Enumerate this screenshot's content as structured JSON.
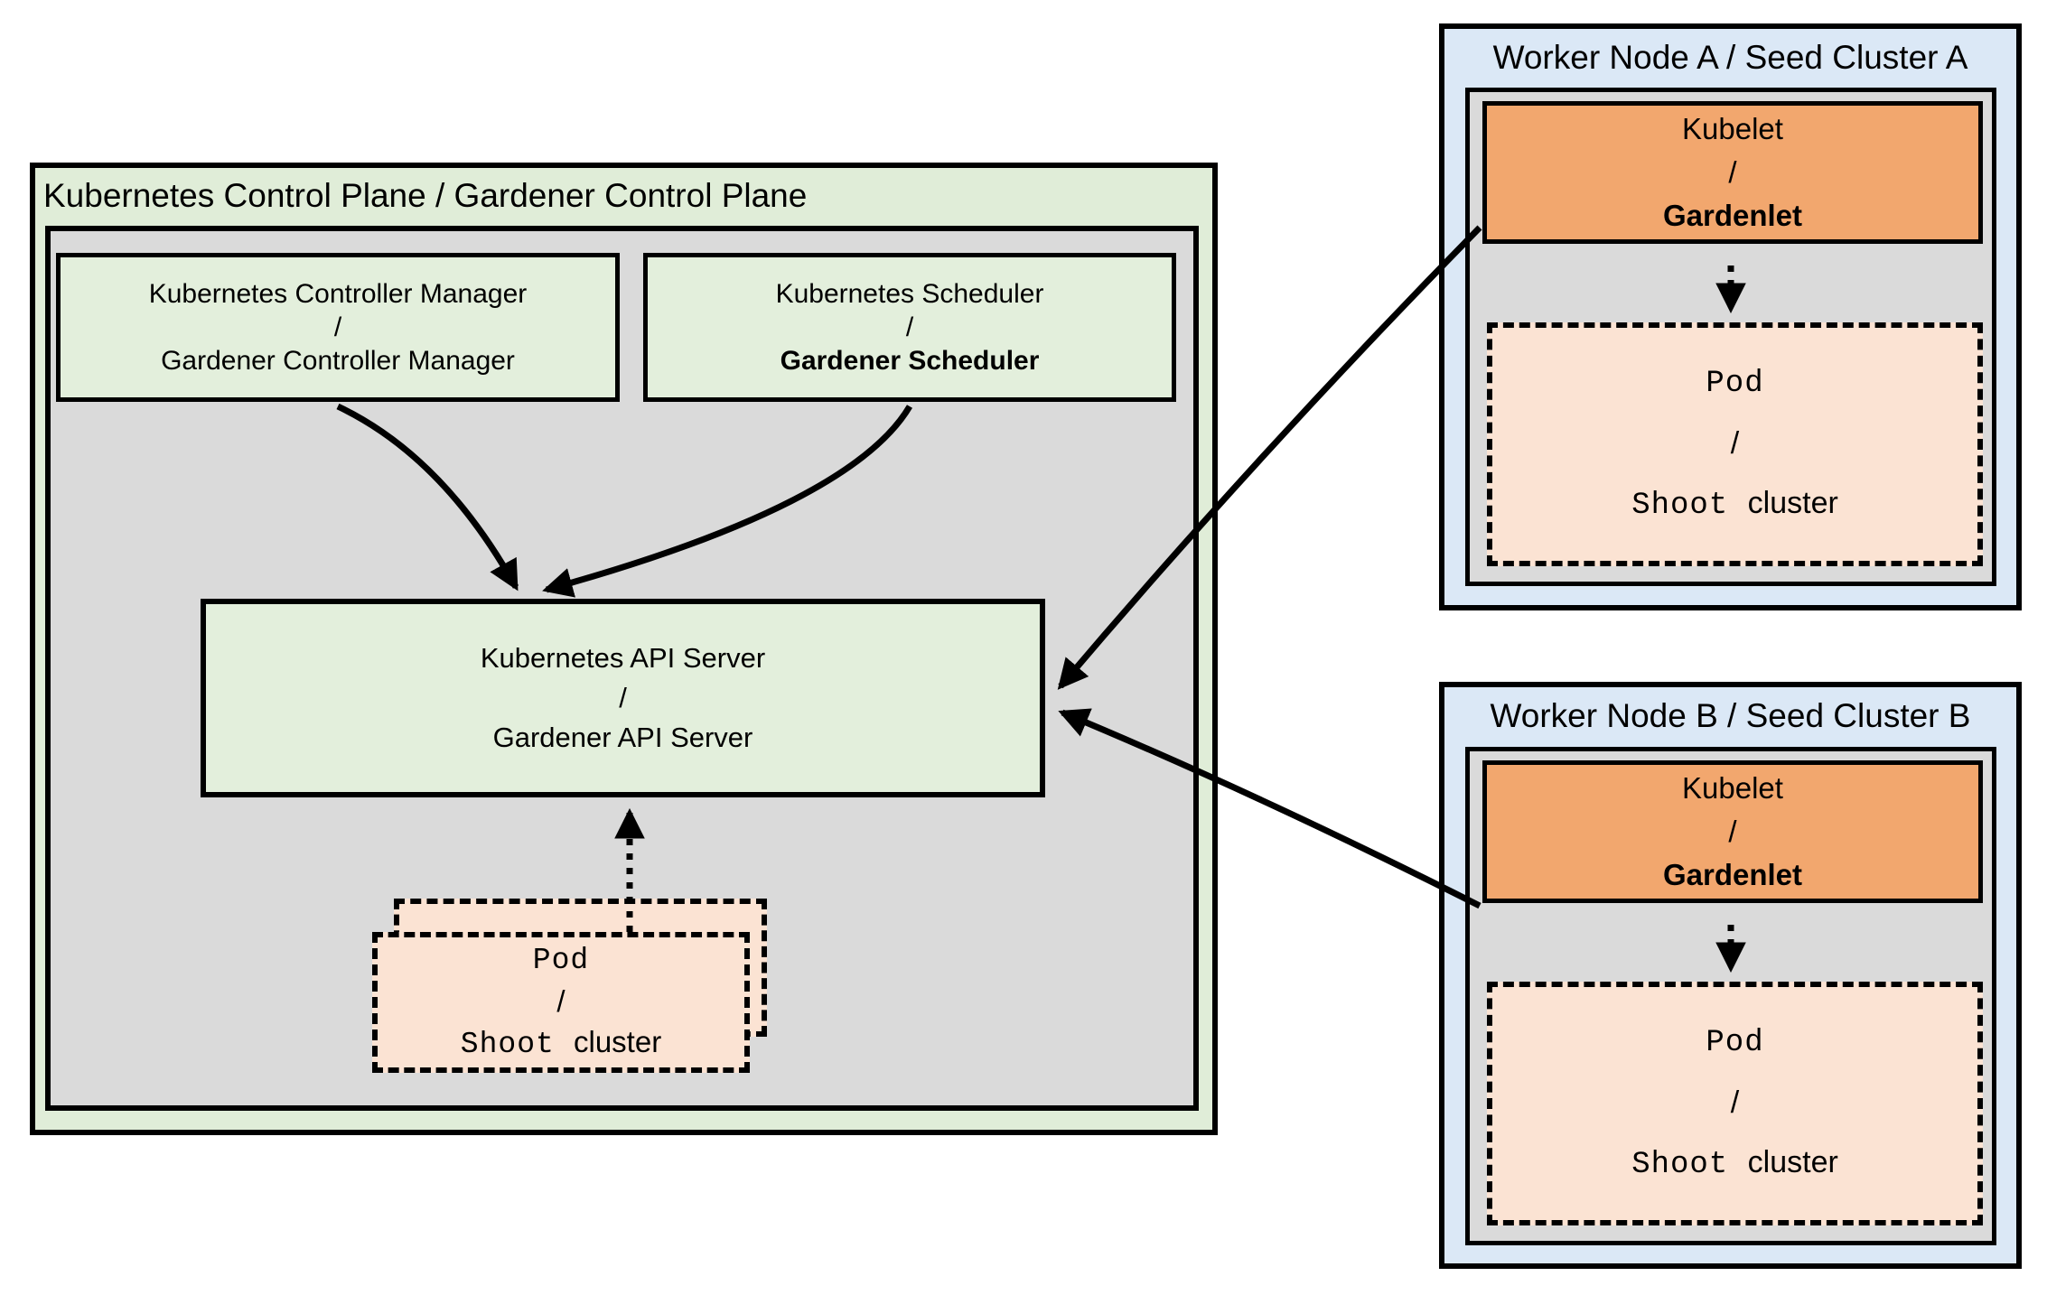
{
  "control_plane": {
    "title": "Kubernetes Control Plane / Gardener Control Plane",
    "controller_manager": {
      "line1": "Kubernetes Controller Manager",
      "line2": "/",
      "line3": "Gardener Controller Manager"
    },
    "scheduler": {
      "line1": "Kubernetes Scheduler",
      "line2": "/",
      "line3": "Gardener Scheduler"
    },
    "api_server": {
      "line1": "Kubernetes API Server",
      "line2": "/",
      "line3": "Gardener API Server"
    },
    "pod_stack": {
      "line1": "Pod",
      "line2": "/",
      "line3_mono": "Shoot",
      "line3_sans": "cluster"
    }
  },
  "worker_a": {
    "title": "Worker Node A / Seed Cluster A",
    "kubelet": {
      "line1": "Kubelet",
      "line2": "/",
      "line3": "Gardenlet"
    },
    "pod": {
      "line1": "Pod",
      "line2": "/",
      "line3_mono": "Shoot",
      "line3_sans": "cluster"
    }
  },
  "worker_b": {
    "title": "Worker Node B / Seed Cluster B",
    "kubelet": {
      "line1": "Kubelet",
      "line2": "/",
      "line3": "Gardenlet"
    },
    "pod": {
      "line1": "Pod",
      "line2": "/",
      "line3_mono": "Shoot",
      "line3_sans": "cluster"
    }
  },
  "colors": {
    "control_plane_bg": "#e0edd8",
    "component_box_bg": "#e3efdc",
    "inner_gray_bg": "#dadada",
    "worker_node_bg": "#dbe8f6",
    "kubelet_bg": "#f2a76e",
    "pod_bg": "#fbe3d3",
    "line_color": "#000000"
  }
}
